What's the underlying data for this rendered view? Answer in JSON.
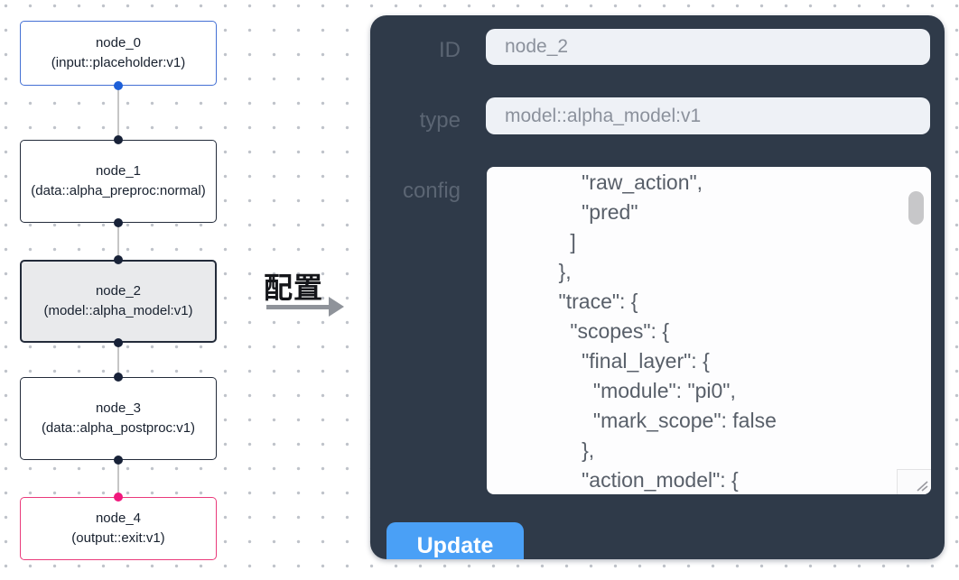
{
  "graph": {
    "nodes": [
      {
        "id": "node_0",
        "type": "(input::placeholder:v1)",
        "role": "input"
      },
      {
        "id": "node_1",
        "type": "(data::alpha_preproc:normal)",
        "role": "default"
      },
      {
        "id": "node_2",
        "type": "(model::alpha_model:v1)",
        "role": "selected"
      },
      {
        "id": "node_3",
        "type": "(data::alpha_postproc:v1)",
        "role": "default"
      },
      {
        "id": "node_4",
        "type": "(output::exit:v1)",
        "role": "output"
      }
    ]
  },
  "transition": {
    "label": "配置",
    "arrow_icon": "arrow-right-icon"
  },
  "panel": {
    "fields": [
      {
        "label": "ID",
        "value": "node_2"
      },
      {
        "label": "type",
        "value": "model::alpha_model:v1"
      }
    ],
    "config_label": "config",
    "config_text": "        \"raw_action\",\n        \"pred\"\n      ]\n    },\n    \"trace\": {\n      \"scopes\": {\n        \"final_layer\": {\n          \"module\": \"pi0\",\n          \"mark_scope\": false\n        },\n        \"action_model\": {",
    "update_label": "Update"
  },
  "colors": {
    "panel_bg": "#2f3a49",
    "accent_blue": "#4aa0f6",
    "input_node_border": "#4470d4",
    "output_node_border": "#ea3a7b",
    "input_port_dot": "#1d5fd8",
    "output_port_dot": "#f0187d",
    "default_port_dot": "#182238",
    "selected_node_bg": "#e9eaec"
  }
}
